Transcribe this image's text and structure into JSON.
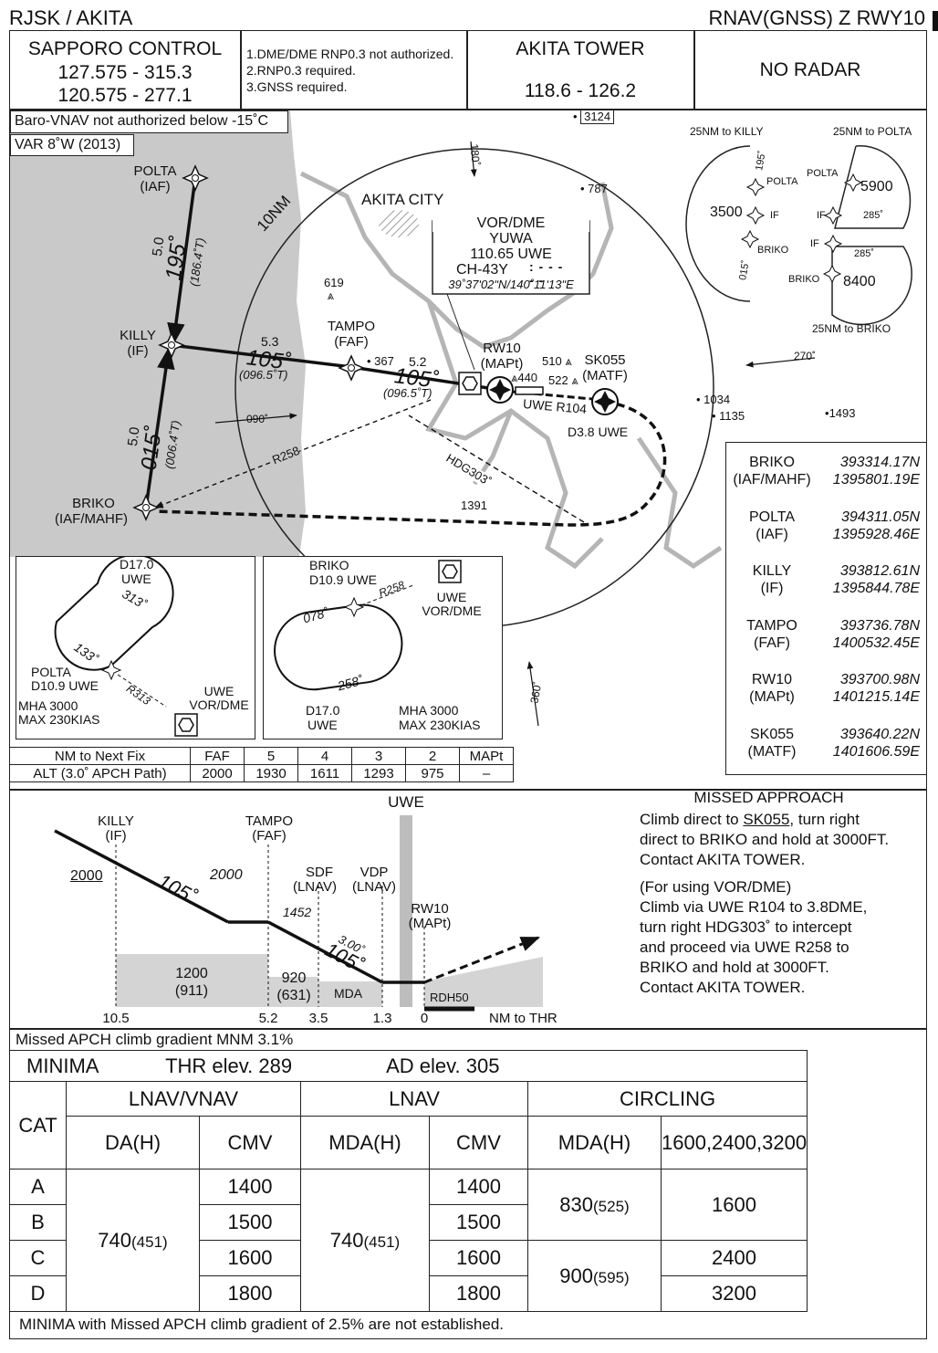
{
  "header": {
    "airport": "RJSK / AKITA",
    "procedure": "RNAV(GNSS) Z RWY10"
  },
  "comms": {
    "sapporo_title": "SAPPORO  CONTROL",
    "sapporo_freq1": "127.575 - 315.3",
    "sapporo_freq2": "120.575 - 277.1",
    "notes": [
      "1.DME/DME RNP0.3 not authorized.",
      "2.RNP0.3 required.",
      "3.GNSS required."
    ],
    "tower_title": "AKITA   TOWER",
    "tower_freq": "118.6 - 126.2",
    "radar": "NO  RADAR"
  },
  "plan": {
    "baro_note": "Baro-VNAV not authorized below -15˚C",
    "var_note": "VAR 8˚W (2013)",
    "ring_label": "10NM",
    "city": "AKITA CITY",
    "vor_box": {
      "title": "VOR/DME",
      "name": "YUWA",
      "freq": "110.65  UWE",
      "channel": "CH-43Y",
      "coord": "39˚37ʹ02ʺN/140˚11ʹ13ʺE"
    },
    "fixes": {
      "polta": "POLTA",
      "polta_role": "(IAF)",
      "killy": "KILLY",
      "killy_role": "(IF)",
      "briko": "BRIKO",
      "briko_role": "(IAF/MAHF)",
      "tampo": "TAMPO",
      "tampo_role": "(FAF)",
      "rw10": "RW10",
      "rw10_role": "(MAPt)",
      "sk055": "SK055",
      "sk055_role": "(MATF)"
    },
    "legs": {
      "polta_killy_dist": "5.0",
      "polta_killy_crs": "195˚",
      "polta_killy_true": "(186.4˚T)",
      "briko_killy_dist": "5.0",
      "briko_killy_crs": "015˚",
      "briko_killy_true": "(006.4˚T)",
      "killy_tampo_dist": "5.3",
      "killy_tampo_crs": "105˚",
      "killy_tampo_true": "(096.5˚T)",
      "tampo_rw_dist": "5.2",
      "tampo_rw_crs": "105˚",
      "tampo_rw_true": "(096.5˚T)",
      "r258": "R258",
      "hdg303": "HDG303˚",
      "uwe_r104": "UWE R104",
      "d38": "D3.8 UWE"
    },
    "spot_elev": {
      "e3124": "3124",
      "e787": "787",
      "e619": "619",
      "e367": "367",
      "e510": "510",
      "e440": "440",
      "e522": "522",
      "e1034": "1034",
      "e1135": "1135",
      "e1493": "1493",
      "e1391": "1391"
    },
    "bearings": {
      "b180": "180˚",
      "b090": "090˚",
      "b270": "270˚",
      "b360": "360˚"
    },
    "msa": {
      "killy_title": "25NM to KILLY",
      "polta_title": "25NM to POLTA",
      "briko_title": "25NM to BRIKO",
      "alt_3500": "3500",
      "alt_5900": "5900",
      "alt_8400": "8400",
      "c195": "195˚",
      "c015": "015˚",
      "c285a": "285˚",
      "c285b": "285˚",
      "polta": "POLTA",
      "if1": "IF",
      "if2": "IF",
      "if3": "IF",
      "briko": "BRIKO",
      "briko2": "BRIKO"
    },
    "waypoint_coords": [
      {
        "name": "BRIKO",
        "role": "(IAF/MAHF)",
        "lat": "393314.17N",
        "lon": "1395801.19E"
      },
      {
        "name": "POLTA",
        "role": "(IAF)",
        "lat": "394311.05N",
        "lon": "1395928.46E"
      },
      {
        "name": "KILLY",
        "role": "(IF)",
        "lat": "393812.61N",
        "lon": "1395844.78E"
      },
      {
        "name": "TAMPO",
        "role": "(FAF)",
        "lat": "393736.78N",
        "lon": "1400532.45E"
      },
      {
        "name": "RW10",
        "role": "(MAPt)",
        "lat": "393700.98N",
        "lon": "1401215.14E"
      },
      {
        "name": "SK055",
        "role": "(MATF)",
        "lat": "393640.22N",
        "lon": "1401606.59E"
      }
    ]
  },
  "holds": {
    "h1": {
      "d17": "D17.0",
      "uwe": "UWE",
      "c313": "313˚",
      "c133": "133˚",
      "polta": "POLTA",
      "d109": "D10.9 UWE",
      "r313": "R313",
      "mha": "MHA 3000",
      "max": "MAX 230KIAS",
      "vor1": "UWE",
      "vor2": "VOR/DME"
    },
    "h2": {
      "briko": "BRIKO",
      "d109": "D10.9 UWE",
      "r258": "R258",
      "vor1": "UWE",
      "vor2": "VOR/DME",
      "c078": "078˚",
      "c258": "258˚",
      "d17": "D17.0",
      "uwe": "UWE",
      "mha": "MHA 3000",
      "max": "MAX 230KIAS"
    }
  },
  "alt_table": {
    "row1_label": "NM to Next Fix",
    "row2_label": "ALT (3.0˚ APCH Path)",
    "headers": [
      "FAF",
      "5",
      "4",
      "3",
      "2",
      "MAPt"
    ],
    "values": [
      "2000",
      "1930",
      "1611",
      "1293",
      "975",
      "–"
    ]
  },
  "profile": {
    "uwe": "UWE",
    "killy": "KILLY",
    "killy_role": "(IF)",
    "tampo": "TAMPO",
    "tampo_role": "(FAF)",
    "sdf": "SDF",
    "sdf_sub": "(LNAV)",
    "vdp": "VDP",
    "vdp_sub": "(LNAV)",
    "rw10": "RW10",
    "rw10_role": "(MAPt)",
    "alt2000a": "2000",
    "alt2000b": "2000",
    "alt1452": "1452",
    "crs1": "105˚",
    "crs2": "105˚",
    "gp": "3.00˚",
    "obs1": "1200",
    "obs1b": "(911)",
    "obs2": "920",
    "obs2b": "(631)",
    "mda": "MDA",
    "rdh": "RDH50",
    "d105": "10.5",
    "d52": "5.2",
    "d35": "3.5",
    "d13": "1.3",
    "d0": "0",
    "nm_thr": "NM to THR"
  },
  "missed": {
    "title": "MISSED APPROACH",
    "p1_lines": [
      "Climb direct to SK055, turn right",
      "direct to BRIKO and hold at 3000FT.",
      "Contact AKITA TOWER."
    ],
    "p2_lines": [
      "(For using VOR/DME)",
      "Climb via UWE R104 to 3.8DME,",
      "turn right HDG303˚ to intercept",
      "and proceed via UWE R258 to",
      "BRIKO and hold at 3000FT.",
      "Contact AKITA TOWER."
    ]
  },
  "minima": {
    "climb_note": "Missed APCH climb gradient MNM 3.1%",
    "title": "MINIMA",
    "thr_elev": "THR elev. 289",
    "ad_elev": "AD elev. 305",
    "cat": "CAT",
    "lnav_vnav": "LNAV/VNAV",
    "lnav": "LNAV",
    "circling": "CIRCLING",
    "da": "DA(H)",
    "cmv": "CMV",
    "mda": "MDA(H)",
    "vis": [
      "1600",
      "2400",
      "3200"
    ],
    "cats": [
      "A",
      "B",
      "C",
      "D"
    ],
    "lv_da": "740",
    "lv_da_h": "(451)",
    "lv_cmv": [
      "1400",
      "1500",
      "1600",
      "1800"
    ],
    "ln_mda": "740",
    "ln_mda_h": "(451)",
    "ln_cmv": [
      "1400",
      "1500",
      "1600",
      "1800"
    ],
    "circ_ab": "830",
    "circ_ab_h": "(525)",
    "circ_cd": "900",
    "circ_cd_h": "(595)",
    "footer": "MINIMA with Missed APCH climb gradient of 2.5% are not established."
  }
}
